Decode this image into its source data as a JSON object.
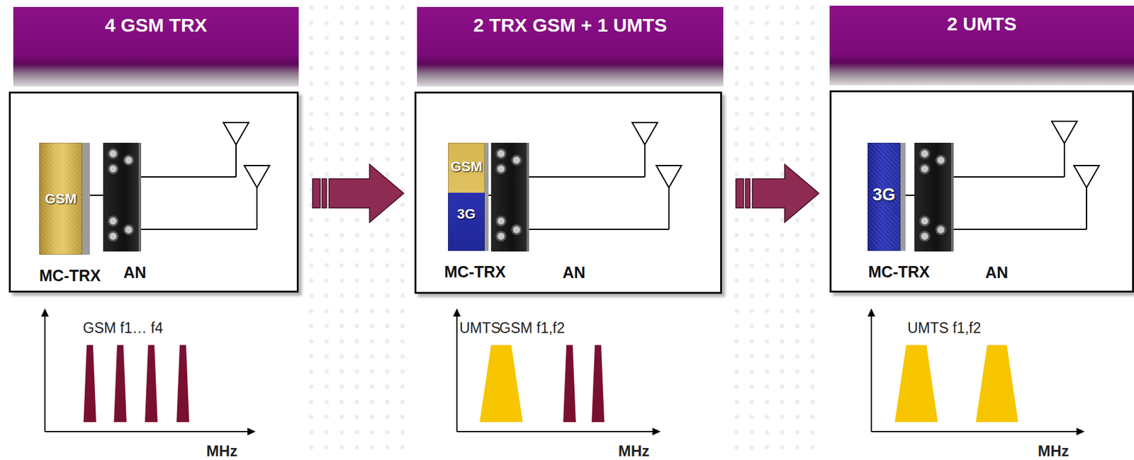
{
  "diagram": {
    "nodes": [
      {
        "text": [
          "4 GSM TRX"
        ]
      },
      {
        "text": [
          "GSM",
          "MC-TRX"
        ],
        "in": 0
      },
      {
        "text": [
          "AN"
        ],
        "in": 0
      },
      {
        "text": [
          "2 TRX GSM + 1 UMTS"
        ]
      },
      {
        "text": [
          "GSM",
          "3G",
          "MC-TRX"
        ],
        "in": 3
      },
      {
        "text": [
          "AN"
        ],
        "in": 3
      },
      {
        "text": [
          "2 UMTS"
        ]
      },
      {
        "text": [
          "3G",
          "MC-TRX"
        ],
        "in": 6
      },
      {
        "text": [
          "AN"
        ],
        "in": 6
      }
    ],
    "edges": [
      {
        "from": 0,
        "to": 3,
        "arrow": "to"
      },
      {
        "from": 3,
        "to": 6,
        "arrow": "to"
      },
      {
        "from": 1,
        "to": 2,
        "arrow": "none"
      },
      {
        "from": 4,
        "to": 5,
        "arrow": "none"
      },
      {
        "from": 7,
        "to": 8,
        "arrow": "none"
      }
    ],
    "labels": [
      "GSM f1… f4",
      "MHz",
      "UMTS",
      "GSM f1,f2",
      "MHz",
      "UMTS f1,f2",
      "MHz"
    ]
  }
}
